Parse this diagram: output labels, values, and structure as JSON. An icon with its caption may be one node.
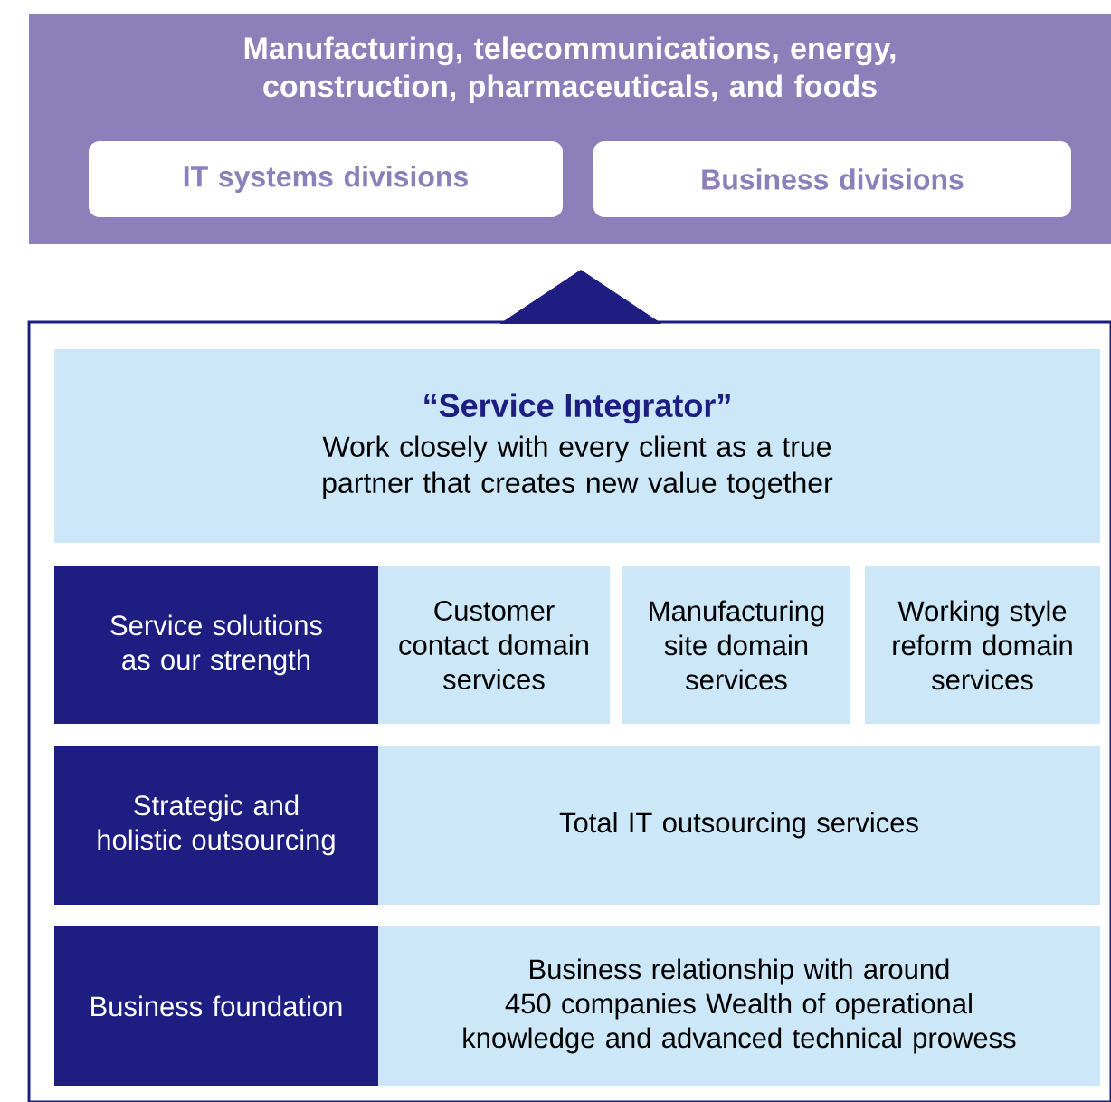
{
  "diagram": {
    "nodes": [
      {
        "text": [
          "Manufacturing, telecommunications, energy, construction, pharmaceuticals, and foods"
        ]
      },
      {
        "text": [
          "IT systems divisions"
        ],
        "in": 0
      },
      {
        "text": [
          "Business divisions"
        ],
        "in": 0
      },
      {
        "text": [],
        "shape": "box"
      },
      {
        "text": [
          "“Service Integrator”",
          "Work closely with every client as a true partner that creates new value together"
        ],
        "in": 3
      },
      {
        "text": [
          "Service solutions as our strength"
        ],
        "in": 3
      },
      {
        "text": [
          "Customer contact domain services"
        ],
        "in": 3
      },
      {
        "text": [
          "Manufacturing site domain services"
        ],
        "in": 3
      },
      {
        "text": [
          "Working style reform domain services"
        ],
        "in": 3
      },
      {
        "text": [
          "Strategic and holistic outsourcing"
        ],
        "in": 3
      },
      {
        "text": [
          "Total IT outsourcing services"
        ],
        "in": 3
      },
      {
        "text": [
          "Business foundation"
        ],
        "in": 3
      },
      {
        "text": [
          "Business relationship with around 450 companies Wealth of operational knowledge and advanced technical prowess"
        ],
        "in": 3
      }
    ],
    "edges": [
      {
        "from": 3,
        "to": 0,
        "arrow": "to"
      }
    ]
  }
}
